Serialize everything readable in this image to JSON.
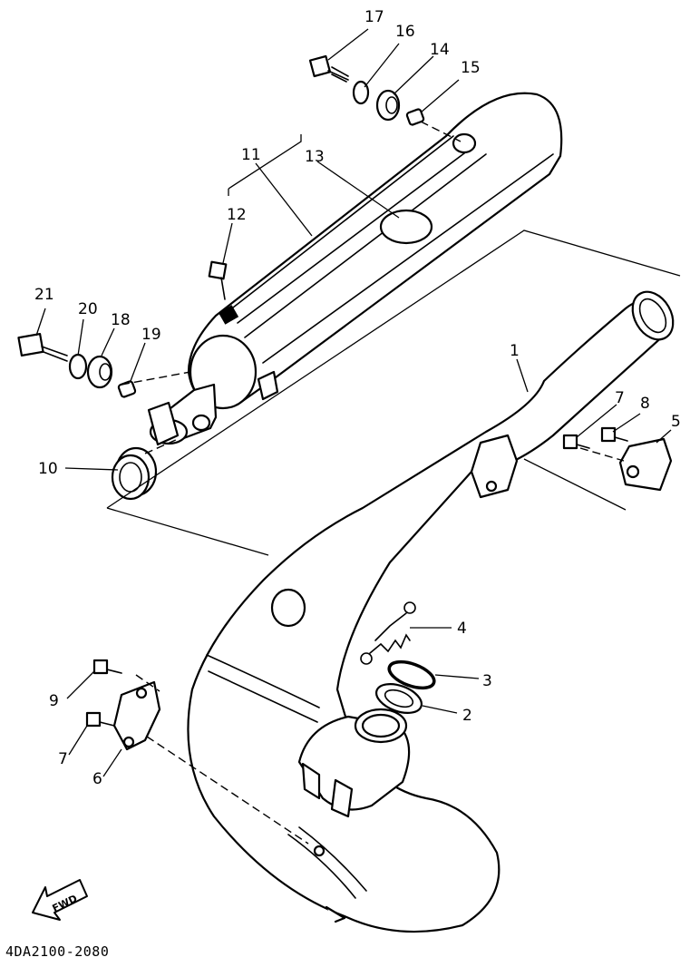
{
  "diagram": {
    "reference_code": "4DA2100-2080",
    "direction_badge": "FWD",
    "callouts": {
      "p1": "1",
      "p2": "2",
      "p3": "3",
      "p4": "4",
      "p5": "5",
      "p6": "6",
      "p7a": "7",
      "p7b": "7",
      "p8": "8",
      "p9": "9",
      "p10": "10",
      "p11": "11",
      "p12": "12",
      "p13": "13",
      "p14": "14",
      "p15": "15",
      "p16": "16",
      "p17": "17",
      "p18": "18",
      "p19": "19",
      "p20": "20",
      "p21": "21"
    }
  }
}
